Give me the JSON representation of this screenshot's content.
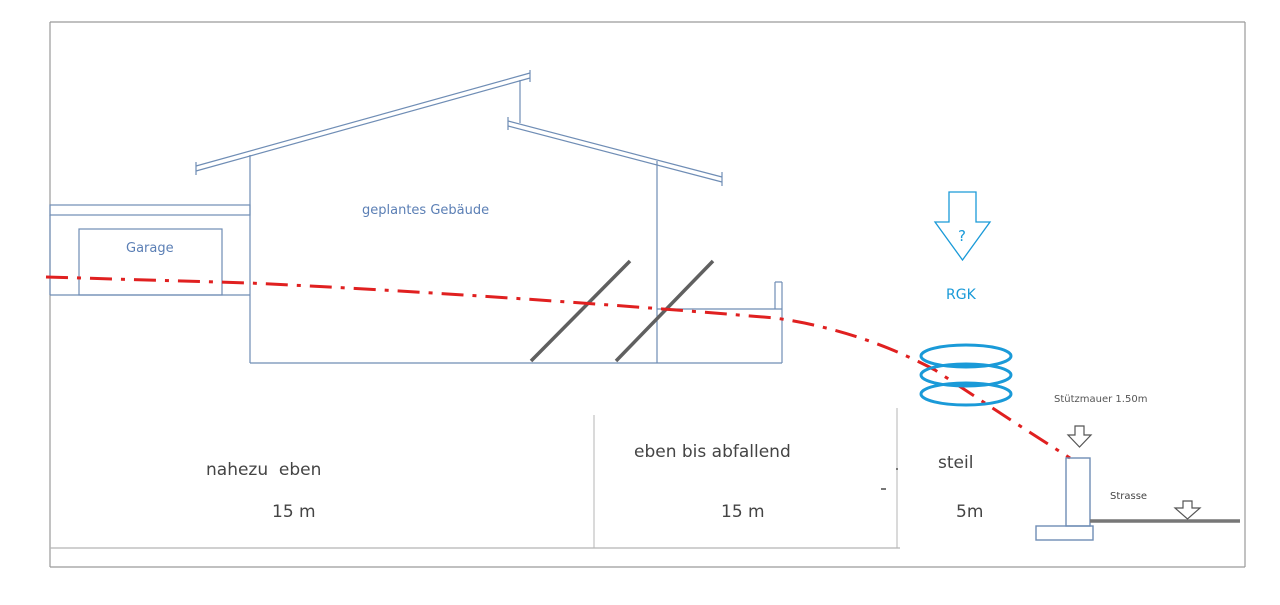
{
  "labels": {
    "building": "geplantes Gebäude",
    "garage": "Garage",
    "question_mark": "?",
    "rgk": "RGK",
    "retaining_wall": "Stützmauer 1.50m",
    "street": "Strasse"
  },
  "sections": [
    {
      "description": "nahezu  eben",
      "length": "15 m"
    },
    {
      "description": "eben bis abfallend",
      "length": "15 m"
    },
    {
      "description": "steil",
      "length": "5m"
    }
  ],
  "colors": {
    "building_outline": "#6f8db5",
    "terrain_line": "#e02020",
    "rgk_coil": "#1a9ad8",
    "frame": "#9a9a9a",
    "hatch": "#606060",
    "street": "#777777"
  },
  "icons": {
    "rgk_arrow": "arrow-down-outline-icon",
    "wall_arrow": "arrow-down-outline-icon",
    "street_arrow": "arrow-down-outline-icon"
  }
}
